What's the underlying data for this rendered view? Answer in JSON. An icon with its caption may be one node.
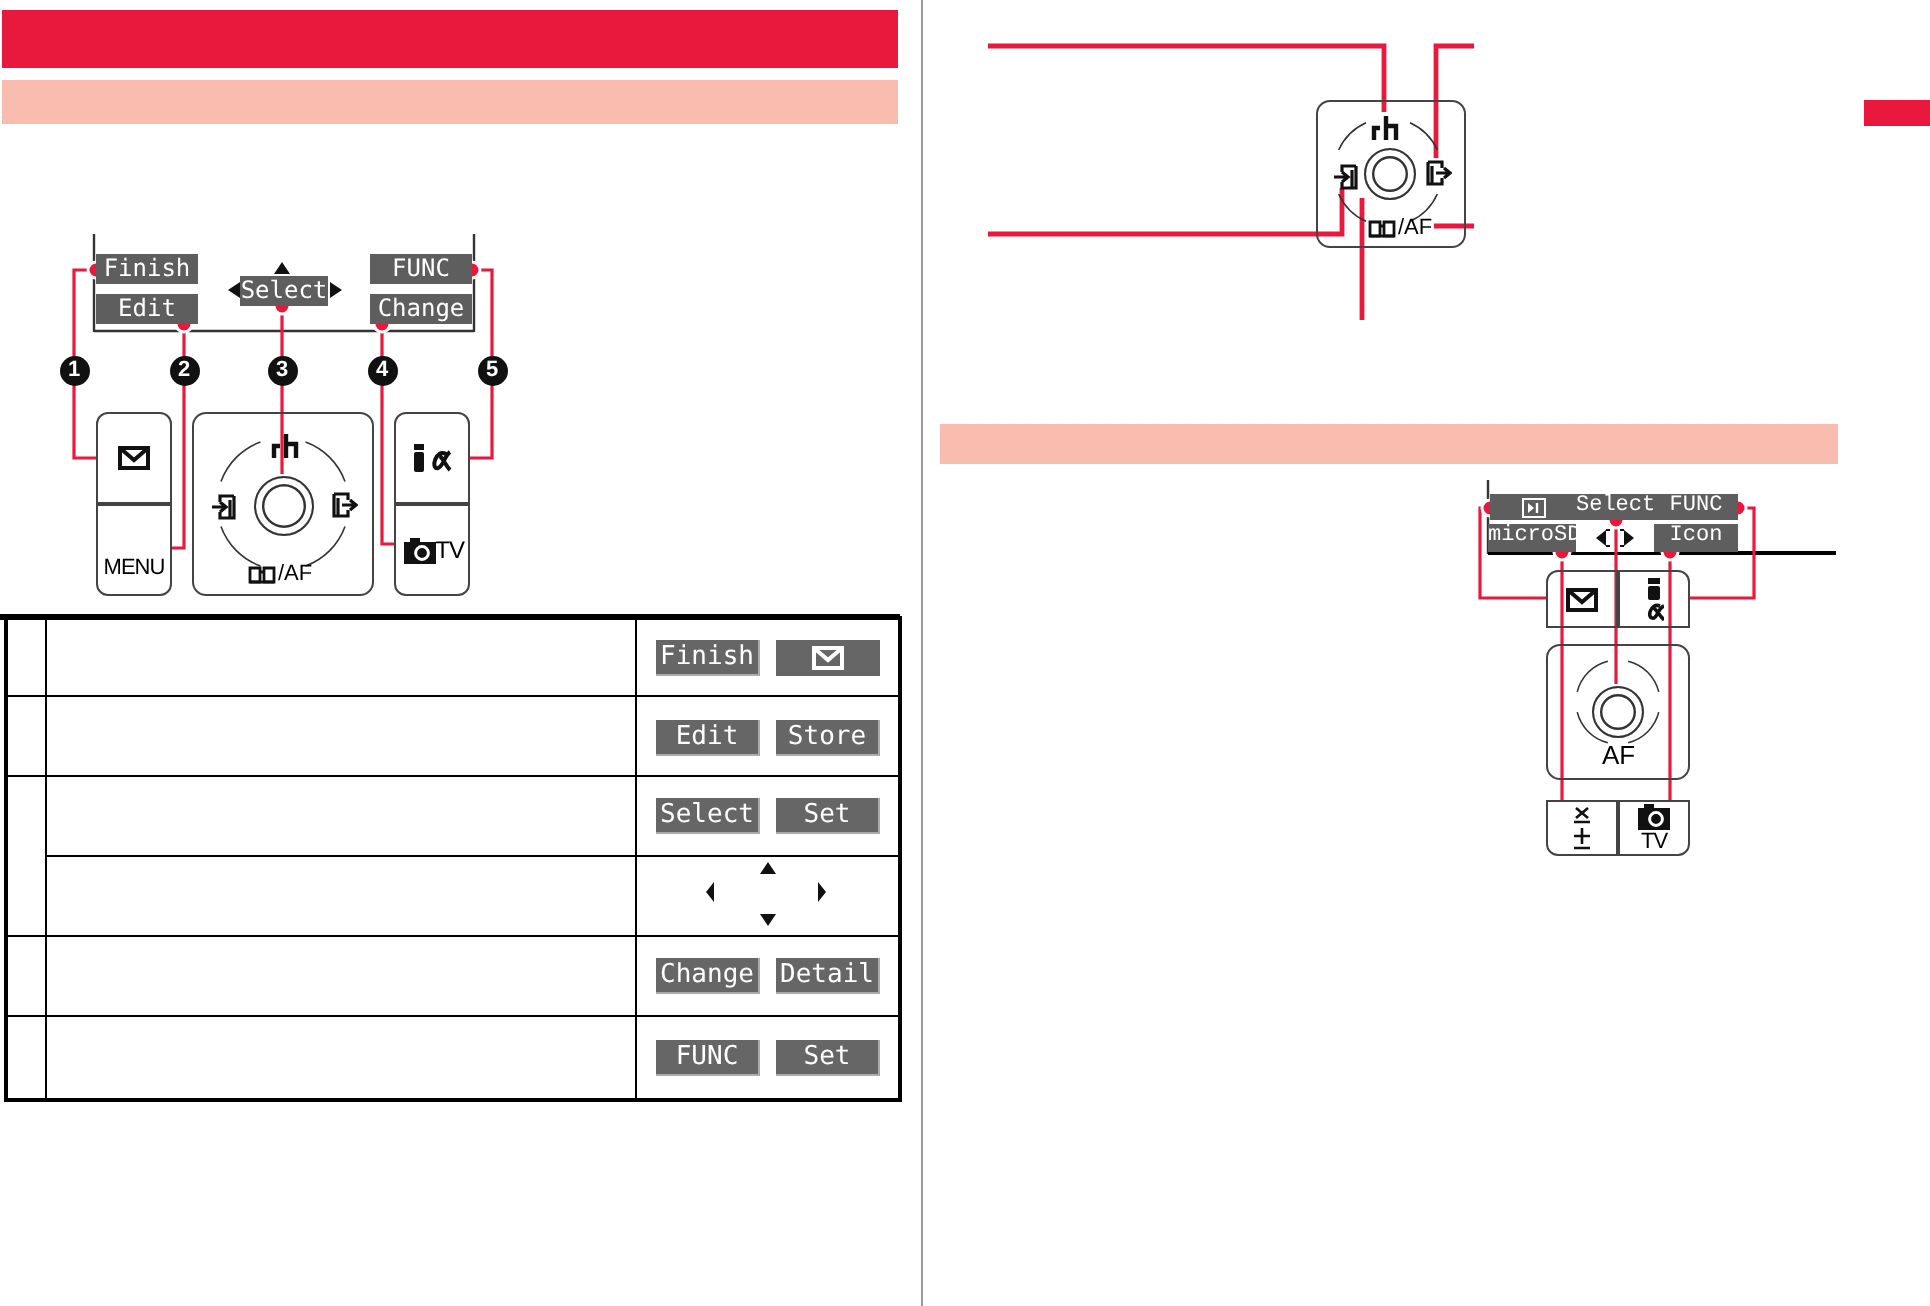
{
  "diagram": {
    "nodes": [
      {
        "text": [
          "Finish"
        ]
      },
      {
        "text": [
          "Edit"
        ]
      },
      {
        "text": [
          "Select"
        ]
      },
      {
        "text": [
          "FUNC"
        ]
      },
      {
        "text": [
          "Change"
        ]
      },
      {
        "text": [],
        "shape": "box"
      },
      {
        "text": [
          "MENU"
        ]
      },
      {
        "text": [
          "/AF"
        ]
      },
      {
        "text": [],
        "shape": "circle",
        "in": 7
      },
      {
        "text": [],
        "shape": "box"
      },
      {
        "text": [
          "TV"
        ]
      },
      {
        "text": [],
        "shape": "box"
      },
      {
        "text": [],
        "shape": "picture",
        "in": 11
      },
      {
        "text": [],
        "shape": "picture",
        "in": 11
      },
      {
        "text": [],
        "shape": "picture",
        "in": 11
      },
      {
        "text": [],
        "shape": "circle",
        "in": 11
      },
      {
        "text": [
          "/AF"
        ],
        "in": 11
      },
      {
        "text": [],
        "shape": "picture"
      },
      {
        "text": [
          "Select"
        ]
      },
      {
        "text": [
          "FUNC"
        ]
      },
      {
        "text": [
          "microSD"
        ]
      },
      {
        "text": [
          "Icon"
        ]
      },
      {
        "text": [],
        "shape": "box"
      },
      {
        "text": [],
        "shape": "box"
      },
      {
        "text": [
          "AF"
        ]
      },
      {
        "text": [],
        "shape": "circle",
        "in": 24
      },
      {
        "text": [],
        "shape": "box"
      },
      {
        "text": [
          "TV"
        ]
      },
      {
        "text": [],
        "shape": "bar"
      },
      {
        "text": [],
        "shape": "bar"
      },
      {
        "text": [],
        "shape": "bar"
      }
    ],
    "edges": [
      {
        "from": 0,
        "to": 5,
        "arrow": "other",
        "label": "1"
      },
      {
        "from": 1,
        "to": 6,
        "arrow": "other",
        "label": "2"
      },
      {
        "from": 2,
        "to": 8,
        "arrow": "other",
        "label": "3"
      },
      {
        "from": 4,
        "to": 10,
        "arrow": "other",
        "label": "4"
      },
      {
        "from": 3,
        "to": 9,
        "arrow": "other",
        "label": "5"
      },
      {
        "from": null,
        "to": 12,
        "arrow": "none"
      },
      {
        "from": null,
        "to": 13,
        "arrow": "none"
      },
      {
        "from": null,
        "to": 14,
        "arrow": "none"
      },
      {
        "from": null,
        "to": 15,
        "arrow": "none"
      },
      {
        "from": null,
        "to": 16,
        "arrow": "none"
      },
      {
        "from": 17,
        "to": 22,
        "arrow": "other"
      },
      {
        "from": 18,
        "to": 25,
        "arrow": "other"
      },
      {
        "from": 19,
        "to": 23,
        "arrow": "other"
      },
      {
        "from": 20,
        "to": 26,
        "arrow": "other"
      },
      {
        "from": 21,
        "to": 27,
        "arrow": "other"
      }
    ],
    "labels": [
      "Finish",
      "Edit",
      "Store",
      "Select",
      "Set",
      "Change",
      "Detail",
      "FUNC",
      "Set"
    ]
  }
}
